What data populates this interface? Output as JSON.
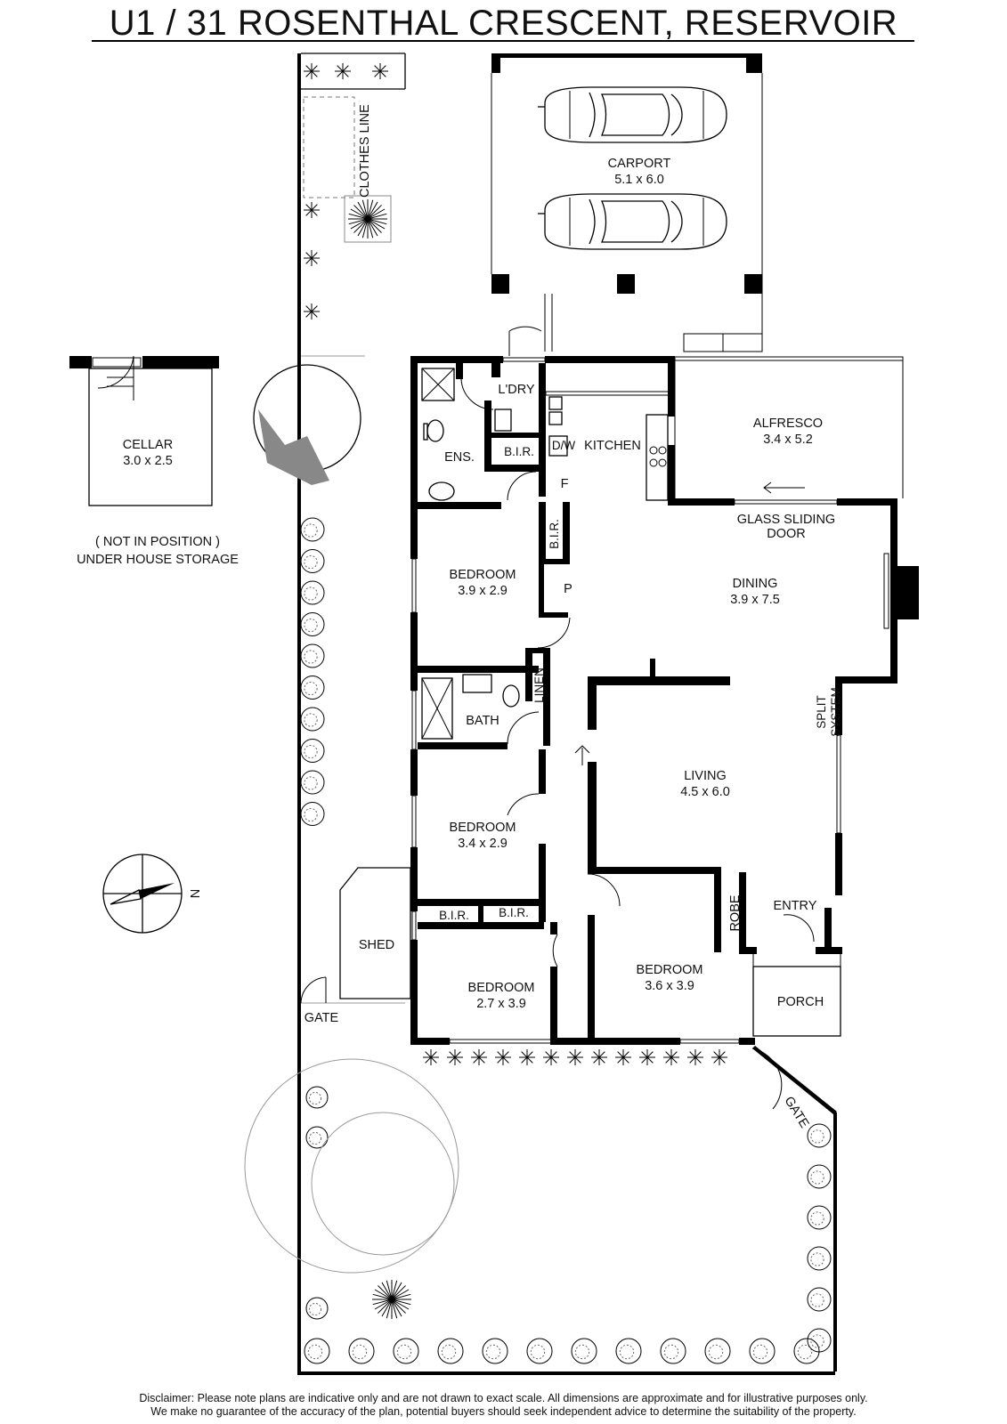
{
  "title": "U1 / 31 ROSENTHAL CRESCENT, RESERVOIR",
  "rooms": {
    "carport": {
      "name": "CARPORT",
      "size": "5.1 x 6.0"
    },
    "clothes_line": "CLOTHES LINE",
    "laundry": "L'DRY",
    "kitchen": "KITCHEN",
    "dishwasher": "D/W",
    "fridge": "F",
    "ensuite": "ENS.",
    "bir": "B.I.R.",
    "alfresco": {
      "name": "ALFRESCO",
      "size": "3.4 x 5.2"
    },
    "glass_sliding_door": [
      "GLASS SLIDING",
      "DOOR"
    ],
    "pantry": "P",
    "bedroom1": {
      "name": "BEDROOM",
      "size": "3.9 x 2.9"
    },
    "dining": {
      "name": "DINING",
      "size": "3.9 x 7.5"
    },
    "linen": "LINEN",
    "bath": "BATH",
    "split_system": [
      "SPLIT",
      "SYSTEM"
    ],
    "living": {
      "name": "LIVING",
      "size": "4.5 x 6.0"
    },
    "bedroom2": {
      "name": "BEDROOM",
      "size": "3.4 x 2.9"
    },
    "entry": "ENTRY",
    "robe": "ROBE",
    "shed": "SHED",
    "bedroom3": {
      "name": "BEDROOM",
      "size": "2.7 x 3.9"
    },
    "bedroom4": {
      "name": "BEDROOM",
      "size": "3.6 x 3.9"
    },
    "porch": "PORCH",
    "gate": "GATE",
    "cellar": {
      "name": "CELLAR",
      "size": "3.0 x 2.5"
    },
    "cellar_note": [
      "( NOT IN POSITION )",
      "UNDER HOUSE STORAGE"
    ],
    "compass_n": "N"
  },
  "disclaimer": [
    "Disclaimer: Please note plans are indicative only and are not drawn to exact scale. All dimensions are approximate and for illustrative purposes only.",
    "We make no guarantee of the accuracy of the plan, potential buyers should seek independent advice to determine the suitability of the property."
  ]
}
